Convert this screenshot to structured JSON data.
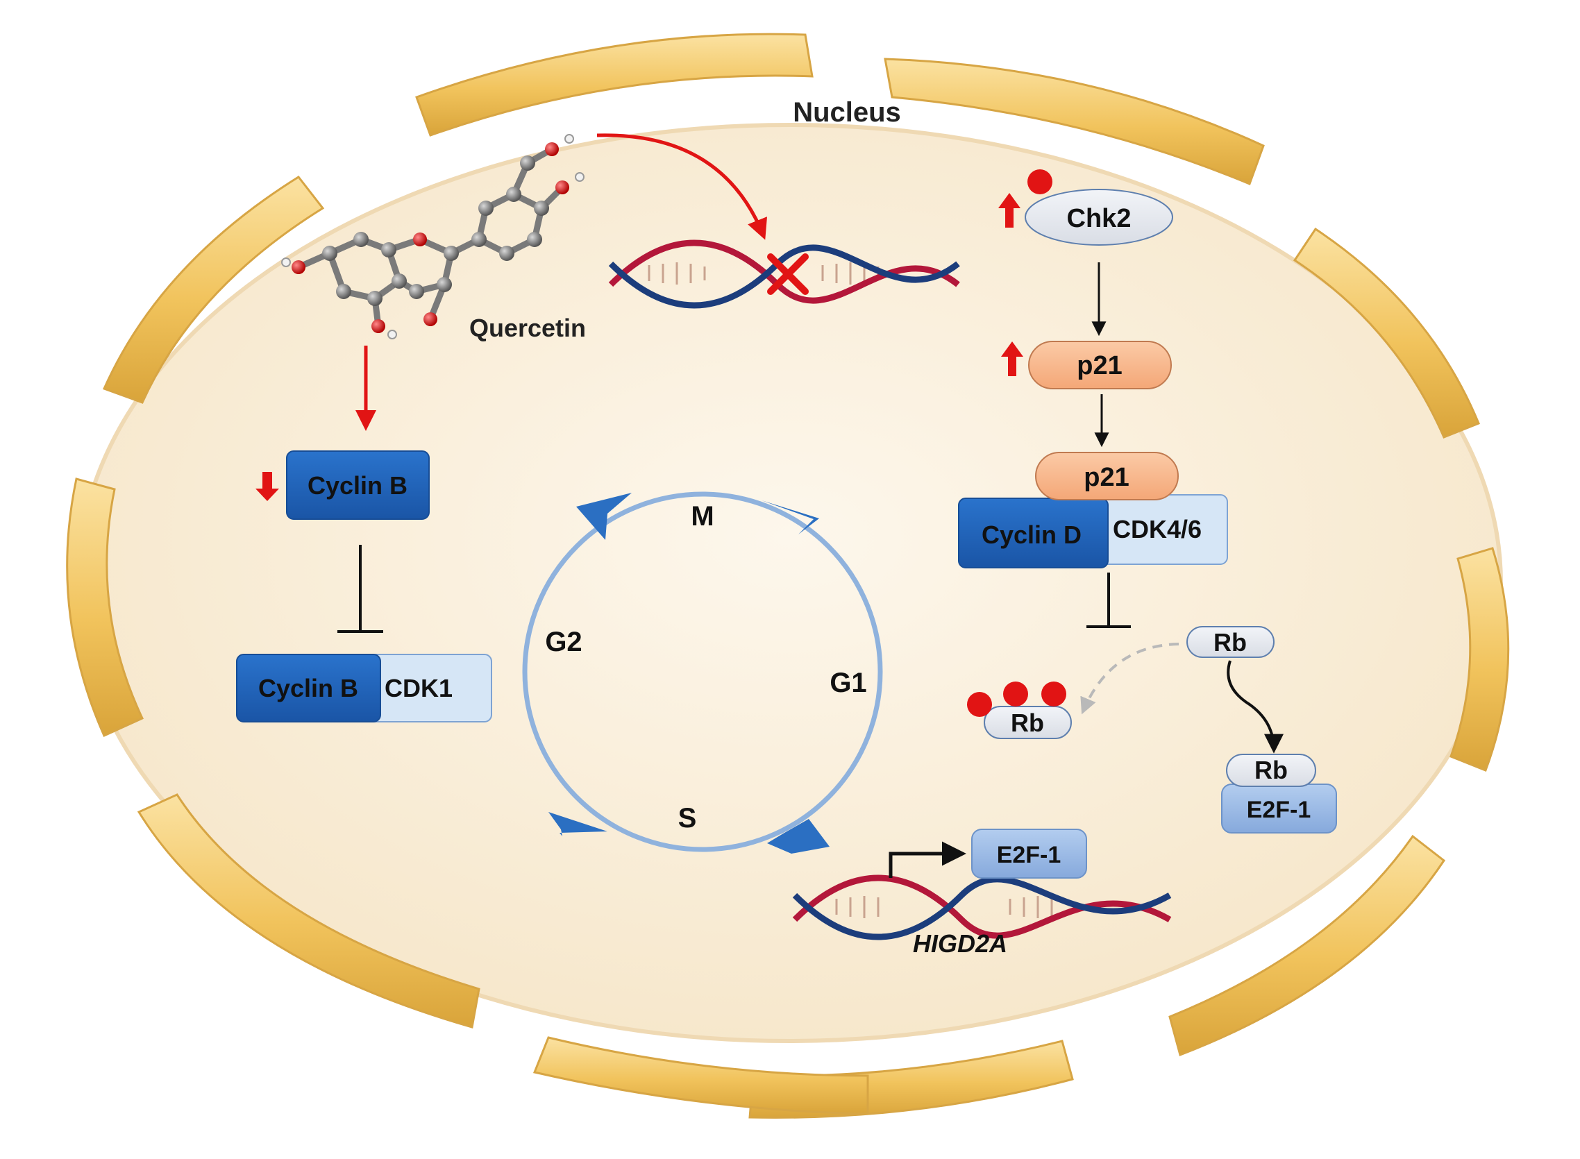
{
  "labels": {
    "nucleus": "Nucleus",
    "quercetin": "Quercetin",
    "chk2": "Chk2",
    "p21_upper": "p21",
    "p21_complex": "p21",
    "cyclin_d": "Cyclin D",
    "cdk46": "CDK4/6",
    "rb_free": "Rb",
    "rb_phospho": "Rb",
    "rb_bound": "Rb",
    "e2f1_bound": "E2F-1",
    "e2f1_product": "E2F-1",
    "higd2a": "HIGD2A",
    "cyclin_b_top": "Cyclin B",
    "cyclin_b_complex": "Cyclin B",
    "cdk1": "CDK1"
  },
  "cell_cycle": {
    "phases": {
      "m": "M",
      "g1": "G1",
      "s": "S",
      "g2": "G2"
    }
  },
  "colors": {
    "nucleus_fill": "#f8ecd6",
    "envelope": "#f1c35c",
    "dark_blue": "#1f5fb5",
    "light_blue": "#d6e6f6",
    "mid_blue": "#9bbbe6",
    "salmon": "#f8b98e",
    "red": "#e11414",
    "cycle_ring": "#8fb2dd",
    "dna_red": "#b3173a",
    "dna_navy": "#1c3d7c"
  },
  "icons": {
    "upregulation": "red-up-arrow-icon",
    "downregulation": "red-down-arrow-icon",
    "phosphate": "red-dot-icon",
    "inhibition": "t-bar-inhibition-icon",
    "transcription": "bent-arrow-icon"
  }
}
